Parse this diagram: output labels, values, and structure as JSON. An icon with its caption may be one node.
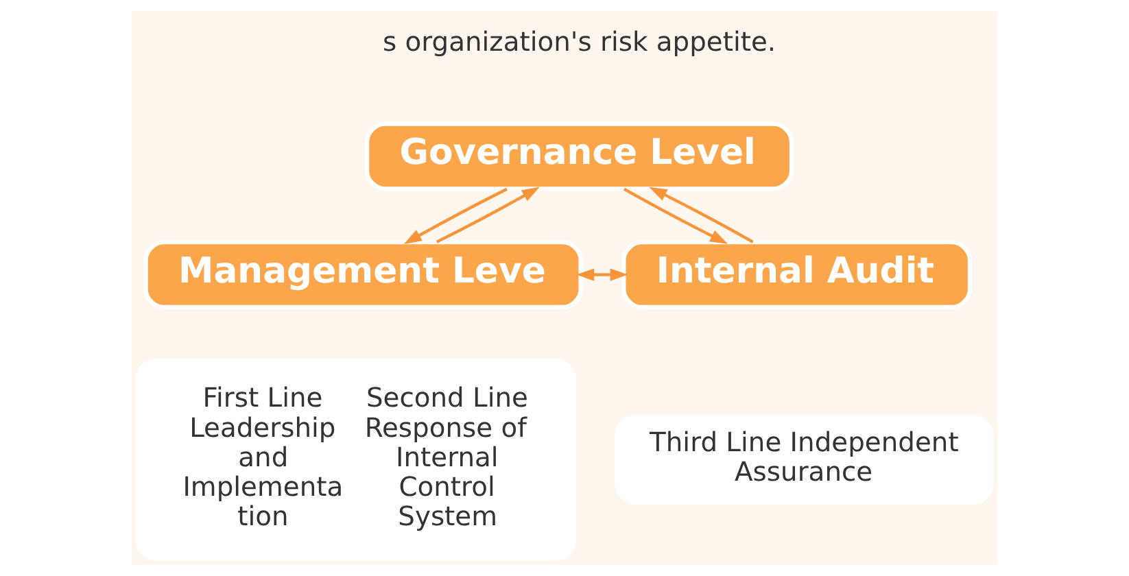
{
  "diagram": {
    "nodes": [
      {
        "text": [
          "Governance Level"
        ]
      },
      {
        "text": [
          "Management Leve"
        ]
      },
      {
        "text": [
          "Internal Audit"
        ]
      },
      {
        "text": [
          "First Line Leadership and Implementa tion",
          "Second Line Response of Internal Control System"
        ]
      },
      {
        "text": [
          "Third Line Independent Assurance"
        ]
      }
    ],
    "edges": [
      {
        "from": 0,
        "to": 1,
        "arrow": "to"
      },
      {
        "from": 1,
        "to": 0,
        "arrow": "to"
      },
      {
        "from": 0,
        "to": 2,
        "arrow": "to"
      },
      {
        "from": 2,
        "to": 0,
        "arrow": "to"
      },
      {
        "from": 1,
        "to": 2,
        "arrow": "both"
      }
    ],
    "labels": [
      "s organization's risk appetite."
    ]
  }
}
